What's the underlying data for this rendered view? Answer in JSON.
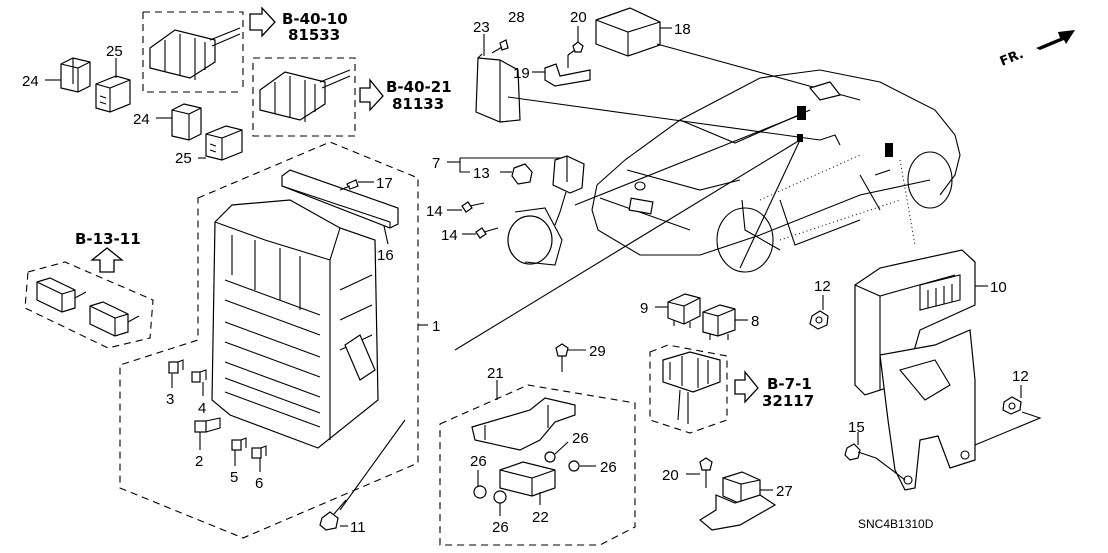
{
  "diagram": {
    "drawing_code": "SNC4B1310D",
    "front_indicator": "FR.",
    "references": [
      {
        "id": "b-40-10",
        "page": "B-40-10",
        "number": "81533"
      },
      {
        "id": "b-40-21",
        "page": "B-40-21",
        "number": "81133"
      },
      {
        "id": "b-13-11",
        "page": "B-13-11"
      },
      {
        "id": "b-7-1",
        "page": "B-7-1",
        "number": "32117"
      }
    ],
    "callouts": {
      "c1": "1",
      "c2": "2",
      "c3": "3",
      "c4": "4",
      "c5": "5",
      "c6": "6",
      "c7": "7",
      "c8": "8",
      "c9": "9",
      "c10": "10",
      "c11": "11",
      "c12a": "12",
      "c12b": "12",
      "c13": "13",
      "c14a": "14",
      "c14b": "14",
      "c15": "15",
      "c16": "16",
      "c17": "17",
      "c18": "18",
      "c19": "19",
      "c20a": "20",
      "c20b": "20",
      "c21": "21",
      "c22": "22",
      "c23": "23",
      "c24a": "24",
      "c24b": "24",
      "c25a": "25",
      "c25b": "25",
      "c26a": "26",
      "c26b": "26",
      "c26c": "26",
      "c26d": "26",
      "c27": "27",
      "c28": "28",
      "c29": "29"
    }
  }
}
